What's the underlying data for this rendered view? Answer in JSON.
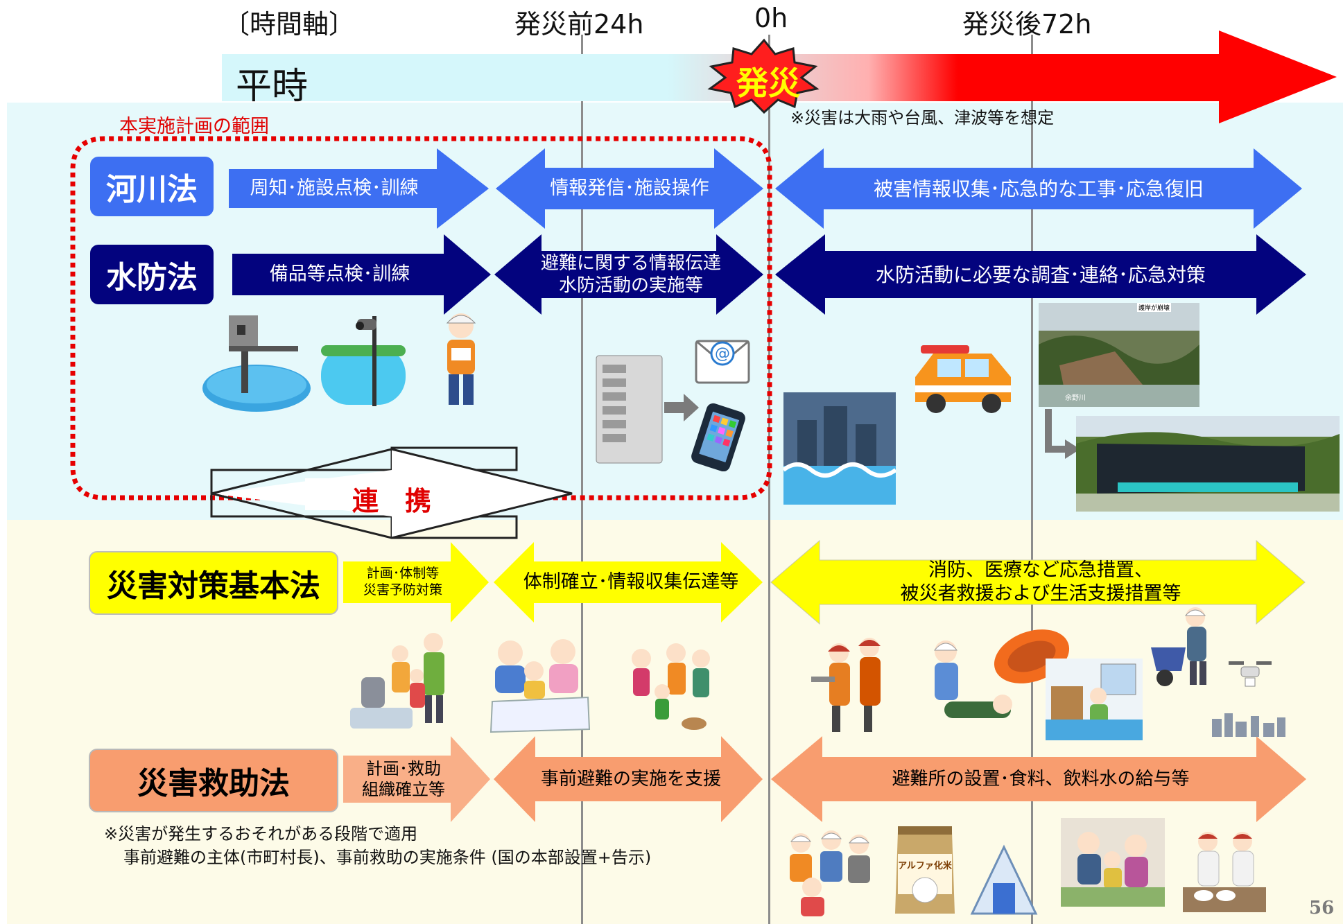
{
  "timeline": {
    "axis_label": "〔時間軸〕",
    "before24": "発災前24h",
    "zero": "0h",
    "after72": "発災後72h",
    "peacetime": "平時",
    "disaster": "発災",
    "disaster_note": "※災害は大雨や台風、津波等を想定"
  },
  "scope_label": "本実施計画の範囲",
  "cooperation": "連　携",
  "laws": {
    "river": {
      "name": "河川法",
      "phase1": "周知･施設点検･訓練",
      "phase2": "情報発信･施設操作",
      "phase3": "被害情報収集･応急的な工事･応急復旧"
    },
    "flood": {
      "name": "水防法",
      "phase1": "備品等点検･訓練",
      "phase2": "避難に関する情報伝達\n水防活動の実施等",
      "phase3": "水防活動に必要な調査･連絡･応急対策"
    },
    "basic": {
      "name": "災害対策基本法",
      "phase1": "計画･体制等\n災害予防対策",
      "phase2": "体制確立･情報収集伝達等",
      "phase3": "消防、医療など応急措置、\n被災者救援および生活支援措置等"
    },
    "relief": {
      "name": "災害救助法",
      "phase1": "計画･救助\n組織確立等",
      "phase2": "事前避難の実施を支援",
      "phase3": "避難所の設置･食料、飲料水の給与等"
    }
  },
  "relief_note_1": "※災害が発生するおそれがある段階で適用",
  "relief_note_2": "事前避難の主体(市町村長)、事前救助の実施条件 (国の本部設置+告示)",
  "photo_caption_1": "護岸が崩壊",
  "photo_caption_2": "余野川",
  "food_label": "アルファ化米",
  "page_number": "56",
  "colors": {
    "river_blue": "#3d6ff2",
    "flood_navy": "#03037e",
    "basic_yellow": "#ffff00",
    "relief_orange": "#f89d6f",
    "alert_red": "#ff0000"
  }
}
